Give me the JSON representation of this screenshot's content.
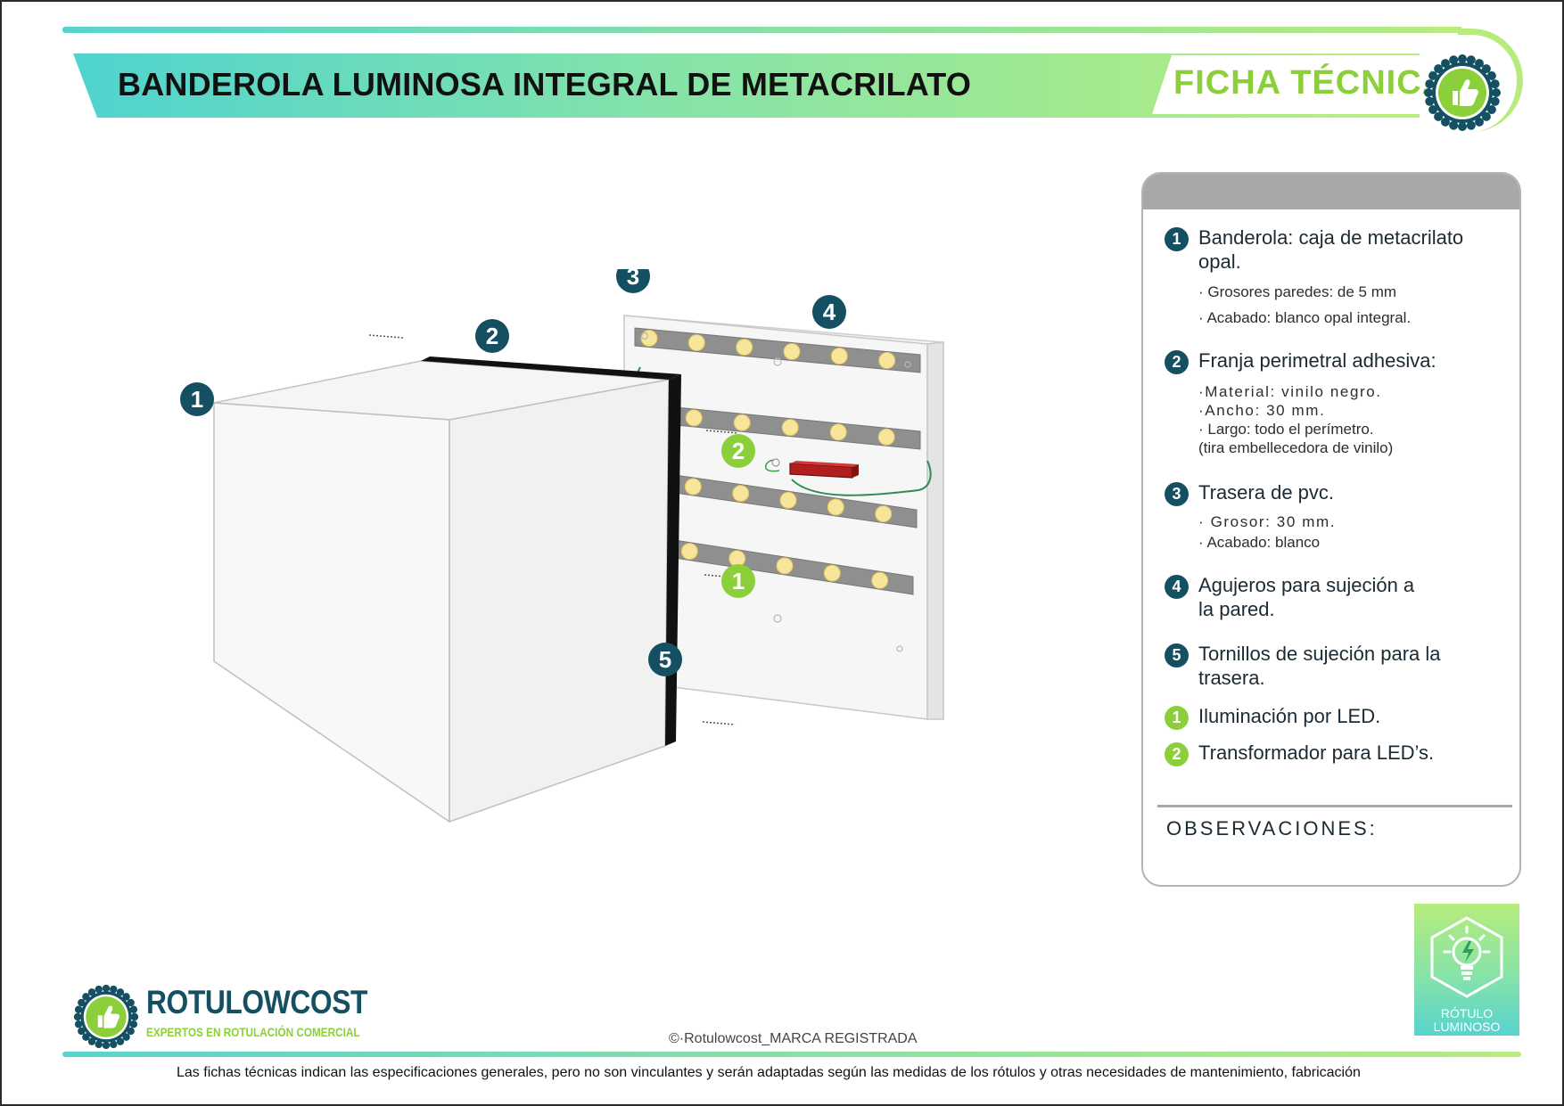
{
  "header": {
    "title": "BANDEROLA LUMINOSA INTEGRAL DE METACRILATO",
    "badge_label": "FICHA TÉCNICA"
  },
  "illustration": {
    "callouts_dark": [
      "1",
      "2",
      "3",
      "4",
      "5"
    ],
    "callouts_green": [
      "1",
      "2"
    ]
  },
  "specs": [
    {
      "num": "1",
      "style": "dark",
      "title": "Banderola: caja de metacrilato opal.",
      "details": [
        "· Grosores paredes: de 5 mm",
        "· Acabado: blanco opal integral."
      ]
    },
    {
      "num": "2",
      "style": "dark",
      "title": "Franja perimetral adhesiva:",
      "details": [
        "·Material: vinilo negro.",
        "·Ancho: 30 mm.",
        "· Largo: todo el perímetro.",
        "(tira embellecedora de vinilo)"
      ]
    },
    {
      "num": "3",
      "style": "dark",
      "title": "Trasera de pvc.",
      "details": [
        "· Grosor: 30 mm.",
        "· Acabado: blanco"
      ]
    },
    {
      "num": "4",
      "style": "dark",
      "title": "Agujeros para sujeción a la pared.",
      "details": []
    },
    {
      "num": "5",
      "style": "dark",
      "title": "Tornillos de sujeción para la trasera.",
      "details": []
    },
    {
      "num": "1",
      "style": "green",
      "title": "Iluminación por LED.",
      "details": []
    },
    {
      "num": "2",
      "style": "green",
      "title": "Transformador para LED’s.",
      "details": []
    }
  ],
  "observations_label": "OBSERVACIONES:",
  "footer": {
    "brand_name": "ROTULOWCOST",
    "brand_tagline": "EXPERTOS EN ROTULACIÓN COMERCIAL",
    "copyright": "©·Rotulowcost_MARCA REGISTRADA",
    "disclaimer": "Las fichas técnicas indican las especificaciones generales, pero no son vinculantes y serán adaptadas según las medidas de los rótulos y otras necesidades de mantenimiento, fabricación",
    "badge_line1": "RÓTULO",
    "badge_line2": "LUMINOSO"
  },
  "colors": {
    "dark_teal": "#144f62",
    "lime_green": "#8bcf3a",
    "gradient_start": "#4fd3cf",
    "gradient_end": "#b9ee7c",
    "panel_gray": "#a8a8a8",
    "transformer_red": "#b01e1e",
    "led_yellow": "#f6e59a"
  }
}
